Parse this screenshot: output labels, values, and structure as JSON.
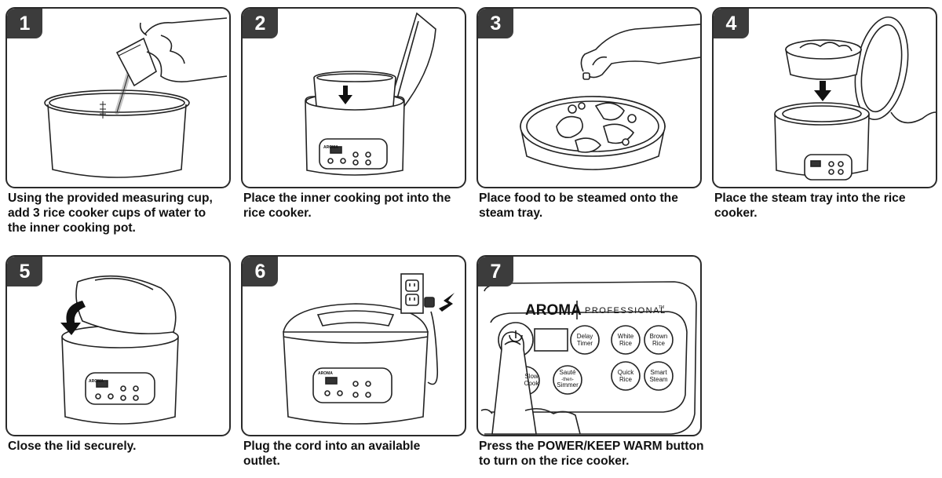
{
  "steps": [
    {
      "number": "1",
      "caption": "Using the provided measuring cup, add 3 rice cooker cups of water to the inner cooking pot."
    },
    {
      "number": "2",
      "caption": "Place the inner cooking pot into the rice cooker."
    },
    {
      "number": "3",
      "caption": "Place food to be steamed onto the steam tray."
    },
    {
      "number": "4",
      "caption": "Place the steam tray into the rice cooker."
    },
    {
      "number": "5",
      "caption": "Close the lid securely."
    },
    {
      "number": "6",
      "caption": "Plug the cord into an available outlet."
    },
    {
      "number": "7",
      "caption": "Press the POWER/KEEP WARM button to turn on the rice cooker."
    }
  ],
  "panel7": {
    "brand": "AROMA",
    "line": "PROFESSIONAL",
    "trademark": "TM",
    "buttons": {
      "delay": [
        "Delay",
        "Timer"
      ],
      "white": [
        "White",
        "Rice"
      ],
      "brown": [
        "Brown",
        "Rice"
      ],
      "slow": [
        "Slow",
        "Cook"
      ],
      "saute": [
        "Sauté",
        "-then-",
        "Simmer"
      ],
      "quick": [
        "Quick",
        "Rice"
      ],
      "smart": [
        "Smart",
        "Steam"
      ]
    }
  },
  "small_brand": "AROMA"
}
